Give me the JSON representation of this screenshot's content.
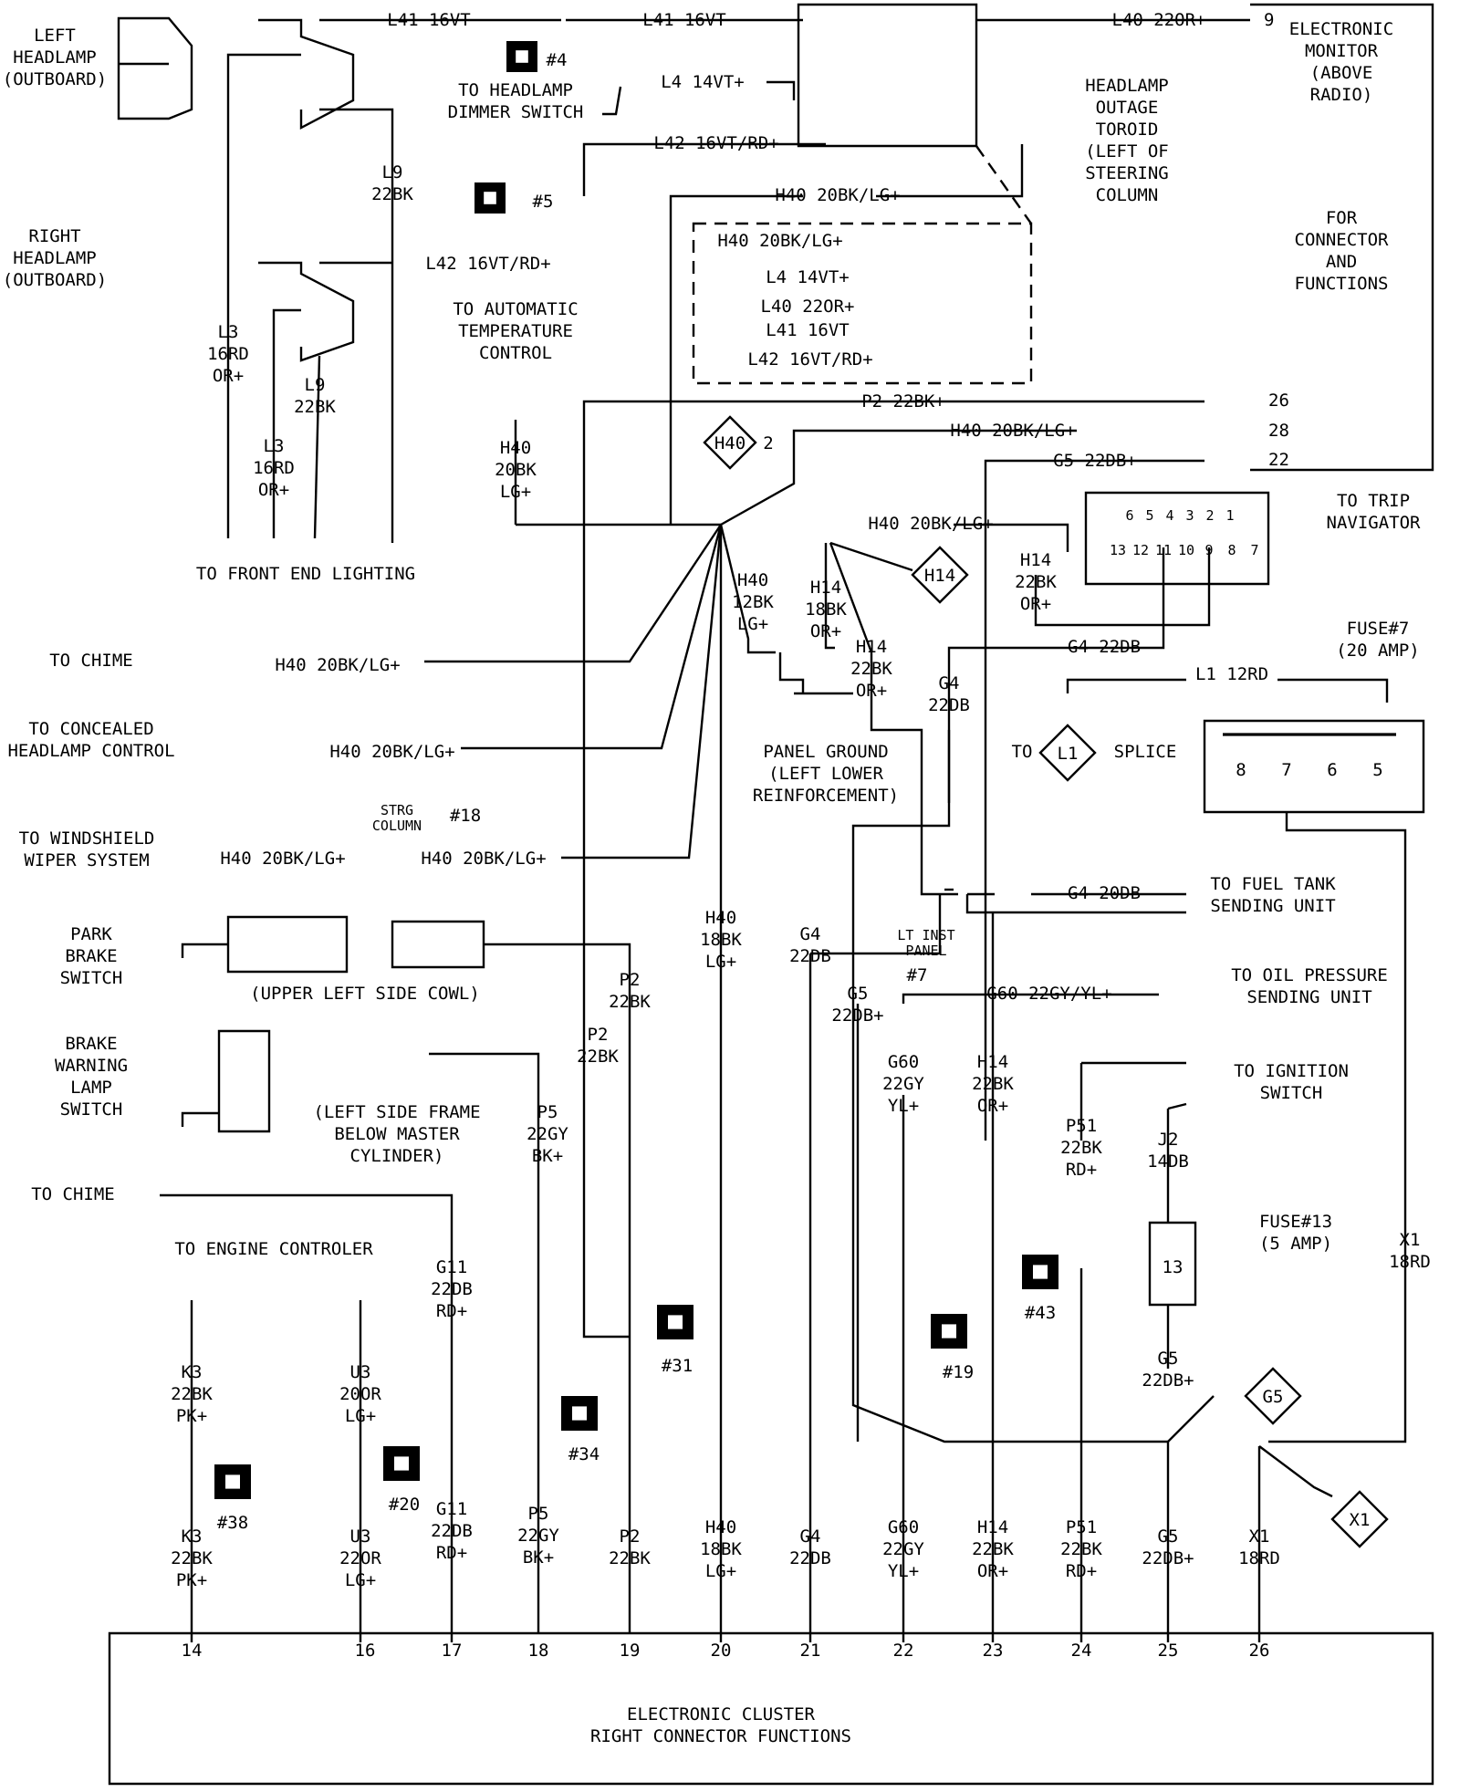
{
  "components": {
    "left_headlamp": "LEFT\nHEADLAMP\n(OUTBOARD)",
    "right_headlamp": "RIGHT\nHEADLAMP\n(OUTBOARD)",
    "electronic_monitor": "ELECTRONIC\nMONITOR\n(ABOVE\nRADIO)",
    "monitor_note": "FOR\nCONNECTOR\nAND\nFUNCTIONS",
    "toroid": "HEADLAMP\nOUTAGE\nTOROID\n(LEFT OF\nSTEERING\nCOLUMN",
    "dimmer_switch": "TO HEADLAMP\nDIMMER SWITCH",
    "auto_temp": "TO AUTOMATIC\nTEMPERATURE\nCONTROL",
    "front_end": "TO FRONT END LIGHTING",
    "trip_navigator": "TO TRIP\nNAVIGATOR",
    "fuse7": "FUSE#7\n(20 AMP)",
    "fuse13": "FUSE#13\n(5 AMP)",
    "panel_ground": "PANEL GROUND\n(LEFT LOWER\nREINFORCEMENT)",
    "to_chime_1": "TO CHIME",
    "concealed_headlamp": "TO CONCEALED\nHEADLAMP CONTROL",
    "windshield_wiper": "TO WINDSHIELD\nWIPER SYSTEM",
    "park_brake": "PARK\nBRAKE\nSWITCH",
    "upper_left_cowl": "(UPPER LEFT SIDE COWL)",
    "brake_warning": "BRAKE\nWARNING\nLAMP\nSWITCH",
    "left_frame": "(LEFT SIDE FRAME\nBELOW MASTER\nCYLINDER)",
    "to_chime_2": "TO CHIME",
    "engine_controller": "TO ENGINE CONTROLER",
    "fuel_tank": "TO FUEL TANK\nSENDING UNIT",
    "oil_pressure": "TO OIL PRESSURE\nSENDING UNIT",
    "ignition_switch": "TO IGNITION\nSWITCH",
    "to_label": "TO",
    "splice_label": "SPLICE",
    "cluster": "ELECTRONIC CLUSTER\nRIGHT CONNECTOR FUNCTIONS",
    "strg_column": "STRG\nCOLUMN",
    "lt_inst_panel": "LT INST\nPANEL"
  },
  "refs": {
    "r4": "#4",
    "r5": "#5",
    "r18": "#18",
    "r7": "#7",
    "r31": "#31",
    "r19": "#19",
    "r43": "#43",
    "r34": "#34",
    "r20": "#20",
    "r38": "#38"
  },
  "splice_tags": {
    "h40_2": "H40",
    "h40_2_num": "2",
    "h14": "H14",
    "l1": "L1",
    "g5": "G5",
    "x1": "X1"
  },
  "monitor_pins": [
    "9",
    "26",
    "28",
    "22"
  ],
  "trip_pins_top": [
    "6",
    "5",
    "4",
    "3",
    "2",
    "1"
  ],
  "trip_pins_bottom": [
    "13",
    "12",
    "11",
    "10",
    "9",
    "8",
    "7"
  ],
  "fuse7_pins": [
    "8",
    "7",
    "6",
    "5"
  ],
  "fuse13_pin": "13",
  "cluster_pins": [
    "14",
    "16",
    "17",
    "18",
    "19",
    "20",
    "21",
    "22",
    "23",
    "24",
    "25",
    "26"
  ],
  "wires": {
    "l41_a": "L41  16VT",
    "l41_b": "L41  16VT",
    "l40_top": "L40  22OR+",
    "l4_top": "L4  14VT+",
    "l42_top": "L42  16VT/RD+",
    "h40_top": "H40  20BK/LG+",
    "l42_mid": "L42  16VT/RD+",
    "l9_a": "L9\n22BK",
    "l9_b": "L9\n22BK",
    "l3_a": "L3\n16RD\nOR+",
    "l3_b": "L3\n16RD\nOR+",
    "conn_h40": "H40  20BK/LG+",
    "conn_l4": "L4  14VT+",
    "conn_l40": "L40  22OR+",
    "conn_l41": "L41  16VT",
    "conn_l42": "L42  16VT/RD+",
    "p2_top": "P2  22BK+",
    "h40_28": "H40  20BK/LG+",
    "g5_22": "G5  22DB+",
    "h40_left": "H40\n20BK\nLG+",
    "h40_trip": "H40  20BK/LG+",
    "h40_12bk": "H40\n12BK\nLG+",
    "h14_18bk": "H14\n18BK\nOR+",
    "h14_22bk_a": "H14\n22BK\nOR+",
    "h14_22bk_b": "H14\n22BK\nOR+",
    "g4_22db_a": "G4\n22DB",
    "g4_22db_h": "G4  22DB",
    "l1_12rd": "L1  12RD",
    "h40_chime": "H40  20BK/LG+",
    "h40_conc": "H40  20BK/LG+",
    "h40_wiper_a": "H40  20BK/LG+",
    "h40_wiper_b": "H40  20BK/LG+",
    "g4_20db": "G4  20DB",
    "h40_18bk_mid": "H40\n18BK\nLG+",
    "g4_22db_b": "G4\n22DB",
    "g5_22db_a": "G5\n22DB+",
    "g60_h": "G60  22GY/YL+",
    "p2_22bk_a": "P2\n22BK",
    "p2_22bk_b": "P2\n22BK",
    "g60_v": "G60\n22GY\nYL+",
    "h14_22bk_c": "H14\n22BK\nOR+",
    "p5_a": "P5\n22GY\nBK+",
    "p51_a": "P51\n22BK\nRD+",
    "j2": "J2\n14DB",
    "x1_a": "X1\n18RD",
    "g11_a": "G11\n22DB\nRD+",
    "k3_a": "K3\n22BK\nPK+",
    "u3_a": "U3\n20OR\nLG+",
    "g5_22db_b": "G5\n22DB+",
    "k3_b": "K3\n22BK\nPK+",
    "u3_b": "U3\n22OR\nLG+",
    "g11_b": "G11\n22DB\nRD+",
    "p5_b": "P5\n22GY\nBK+",
    "p2_b": "P2\n22BK",
    "h40_b": "H40\n18BK\nLG+",
    "g4_b": "G4\n22DB",
    "g60_b": "G60\n22GY\nYL+",
    "h14_b": "H14\n22BK\nOR+",
    "p51_b": "P51\n22BK\nRD+",
    "g5_b": "G5\n22DB+",
    "x1_b": "X1\n18RD"
  }
}
